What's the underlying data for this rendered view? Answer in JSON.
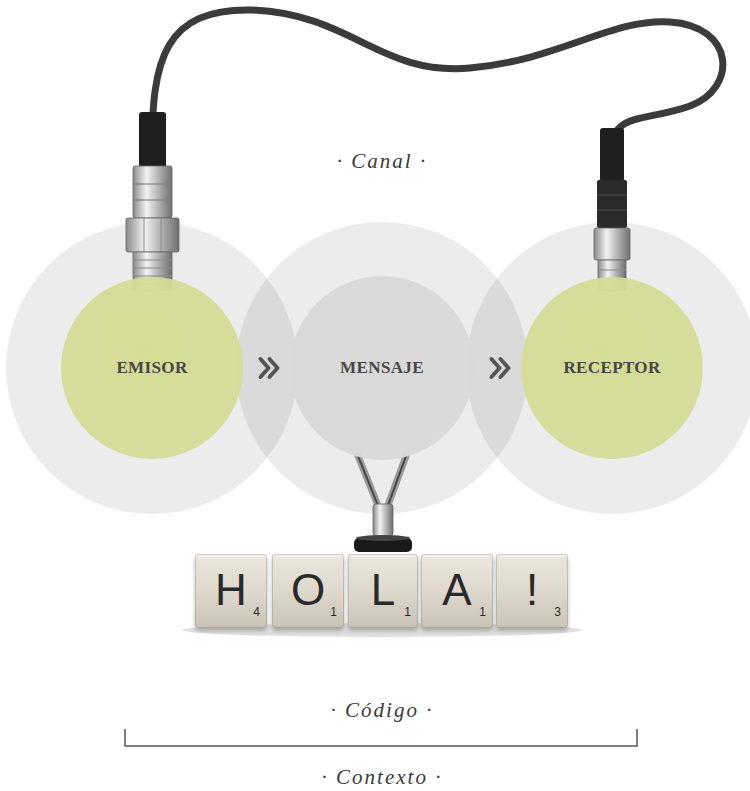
{
  "diagram": {
    "nodes": [
      {
        "text": [
          "EMISOR"
        ]
      },
      {
        "text": [
          "MENSAJE"
        ]
      },
      {
        "text": [
          "RECEPTOR"
        ]
      },
      {
        "text": [
          "H",
          "4"
        ]
      },
      {
        "text": [
          "O",
          "1"
        ]
      },
      {
        "text": [
          "L",
          "1"
        ]
      },
      {
        "text": [
          "A",
          "1"
        ]
      },
      {
        "text": [
          "!",
          "3"
        ]
      }
    ],
    "edges": [
      {
        "from": 0,
        "to": 2,
        "arrow": "none"
      },
      {
        "from": 0,
        "to": 1,
        "arrow": "to"
      },
      {
        "from": 1,
        "to": 2,
        "arrow": "to"
      },
      {
        "from": 1,
        "to": 5,
        "arrow": "none"
      }
    ],
    "labels": [
      "· Canal ·",
      "· Código ·",
      "· Contexto ·"
    ]
  }
}
